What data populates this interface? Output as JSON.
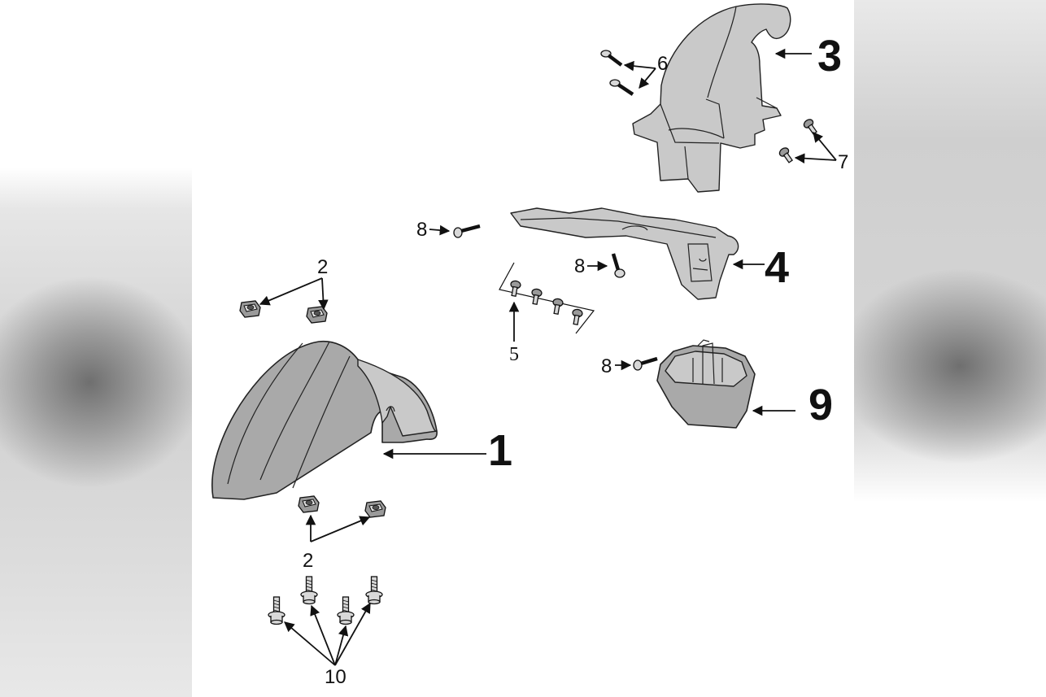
{
  "labels": {
    "part1": "1",
    "part2_top": "2",
    "part2_bottom": "2",
    "part3": "3",
    "part4": "4",
    "part5": "5",
    "part6": "6",
    "part7": "7",
    "part8_a": "8",
    "part8_b": "8",
    "part8_c": "8",
    "part9": "9",
    "part10": "10"
  },
  "colors": {
    "part_fill": "#a9a9a9",
    "line": "#111111",
    "background": "#ffffff",
    "side_blur": "#9a9a9a"
  }
}
